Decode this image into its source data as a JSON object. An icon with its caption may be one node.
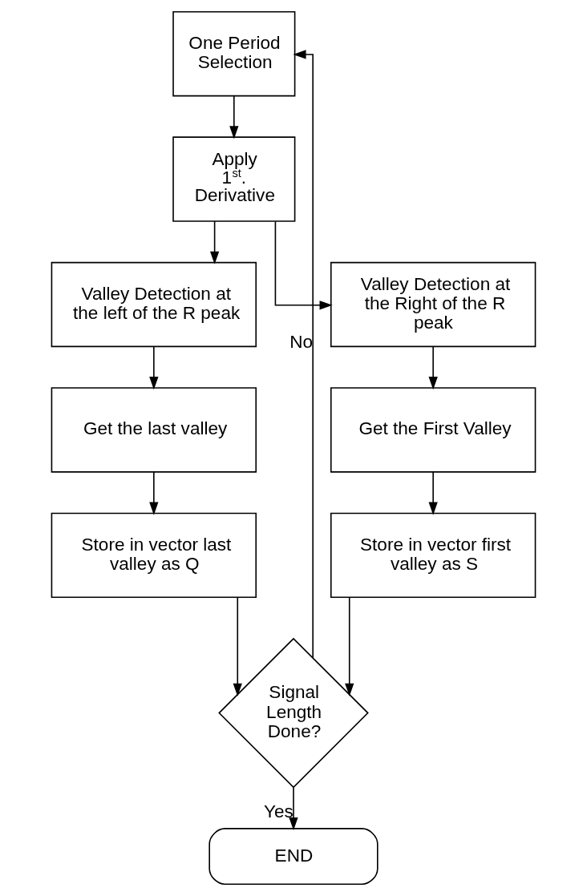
{
  "diagram": {
    "nodes": [
      {
        "text": [
          "One Period Selection"
        ]
      },
      {
        "text": [
          "Apply 1$^{st}$. Derivative"
        ]
      },
      {
        "text": [
          "Valley Detection at the left of the R peak"
        ]
      },
      {
        "text": [
          "Valley Detection at the Right of the R peak"
        ]
      },
      {
        "text": [
          "Get the last valley"
        ]
      },
      {
        "text": [
          "Get the First Valley"
        ]
      },
      {
        "text": [
          "Store in vector last valley as Q"
        ]
      },
      {
        "text": [
          "Store in vector first valley as S"
        ]
      },
      {
        "text": [
          "Signal Length Done?"
        ]
      },
      {
        "text": [
          "END"
        ]
      }
    ],
    "edges": [
      {
        "from": 0,
        "to": 1,
        "arrow": "to"
      },
      {
        "from": 1,
        "to": 2,
        "arrow": "to"
      },
      {
        "from": 1,
        "to": 3,
        "arrow": "to"
      },
      {
        "from": 2,
        "to": 4,
        "arrow": "to"
      },
      {
        "from": 3,
        "to": 5,
        "arrow": "to"
      },
      {
        "from": 4,
        "to": 6,
        "arrow": "to"
      },
      {
        "from": 5,
        "to": 7,
        "arrow": "to"
      },
      {
        "from": 6,
        "to": 8,
        "arrow": "to"
      },
      {
        "from": 7,
        "to": 8,
        "arrow": "to"
      },
      {
        "from": 8,
        "to": 9,
        "label": "Yes",
        "arrow": "to"
      },
      {
        "from": 8,
        "to": 0,
        "label": "No",
        "arrow": "to"
      }
    ]
  }
}
